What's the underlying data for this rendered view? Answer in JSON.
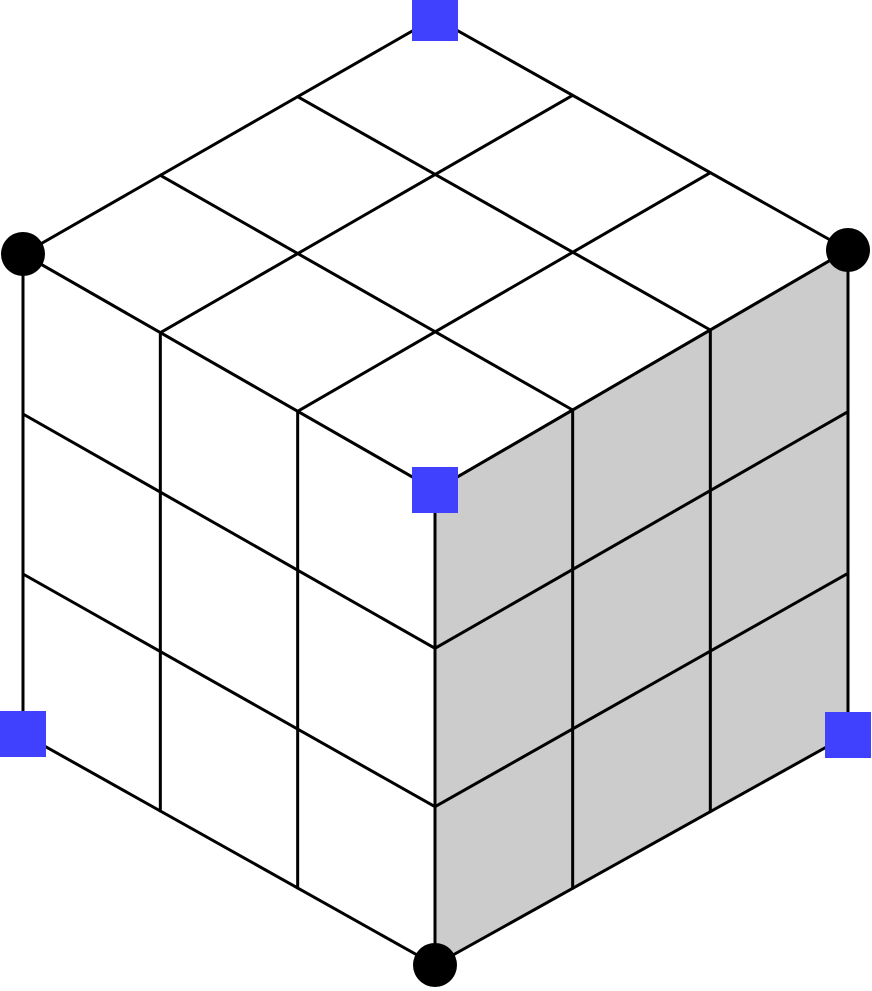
{
  "diagram": {
    "subject": "3x3x3 cube",
    "grid_size": 3,
    "colors": {
      "background": "#ffffff",
      "top_face": "#ffffff",
      "left_face": "#ffffff",
      "right_face": "#cccccc",
      "line": "#000000",
      "square_marker": "#4040ff",
      "circle_marker": "#000000"
    },
    "faces": [
      {
        "name": "top-face",
        "fill_key": "top_face"
      },
      {
        "name": "left-face",
        "fill_key": "left_face"
      },
      {
        "name": "right-face",
        "fill_key": "right_face"
      }
    ],
    "markers": [
      {
        "name": "top-vertex-marker",
        "shape": "square",
        "vertex": "top"
      },
      {
        "name": "upper-left-vertex-marker",
        "shape": "circle",
        "vertex": "upper_left"
      },
      {
        "name": "upper-right-vertex-marker",
        "shape": "circle",
        "vertex": "upper_right"
      },
      {
        "name": "center-vertex-marker",
        "shape": "square",
        "vertex": "center"
      },
      {
        "name": "lower-left-vertex-marker",
        "shape": "square",
        "vertex": "lower_left"
      },
      {
        "name": "lower-right-vertex-marker",
        "shape": "square",
        "vertex": "lower_right"
      },
      {
        "name": "bottom-vertex-marker",
        "shape": "circle",
        "vertex": "bottom"
      }
    ]
  }
}
